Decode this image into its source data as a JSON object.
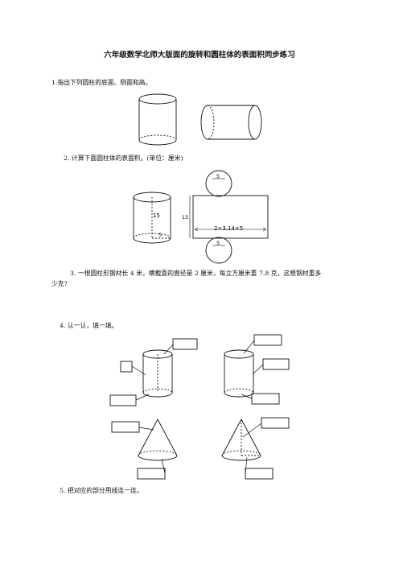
{
  "title": "六年级数学北师大版面的旋转和圆柱体的表面积同步练习",
  "q1": "1.指出下列圆柱的底面、侧面和高。",
  "q2": "2. 计算下面圆柱体的表面积。(单位：厘米)",
  "q2_figure": {
    "height_label": "15",
    "radius_label": "5",
    "circle_top_label": "5",
    "circle_bottom_label": "5",
    "rect_side_label": "15",
    "circumference_label": "2×3.14×5"
  },
  "q3_line1": "3. 一根圆柱形钢材长 4 米，横截面的直径是 2 厘米，每立方厘米重 7.8 克，这根钢材重多",
  "q3_line2": "少克?",
  "q4": "4. 认一认，填一填。",
  "q5": "5. 把对应的部分用线连一连。"
}
